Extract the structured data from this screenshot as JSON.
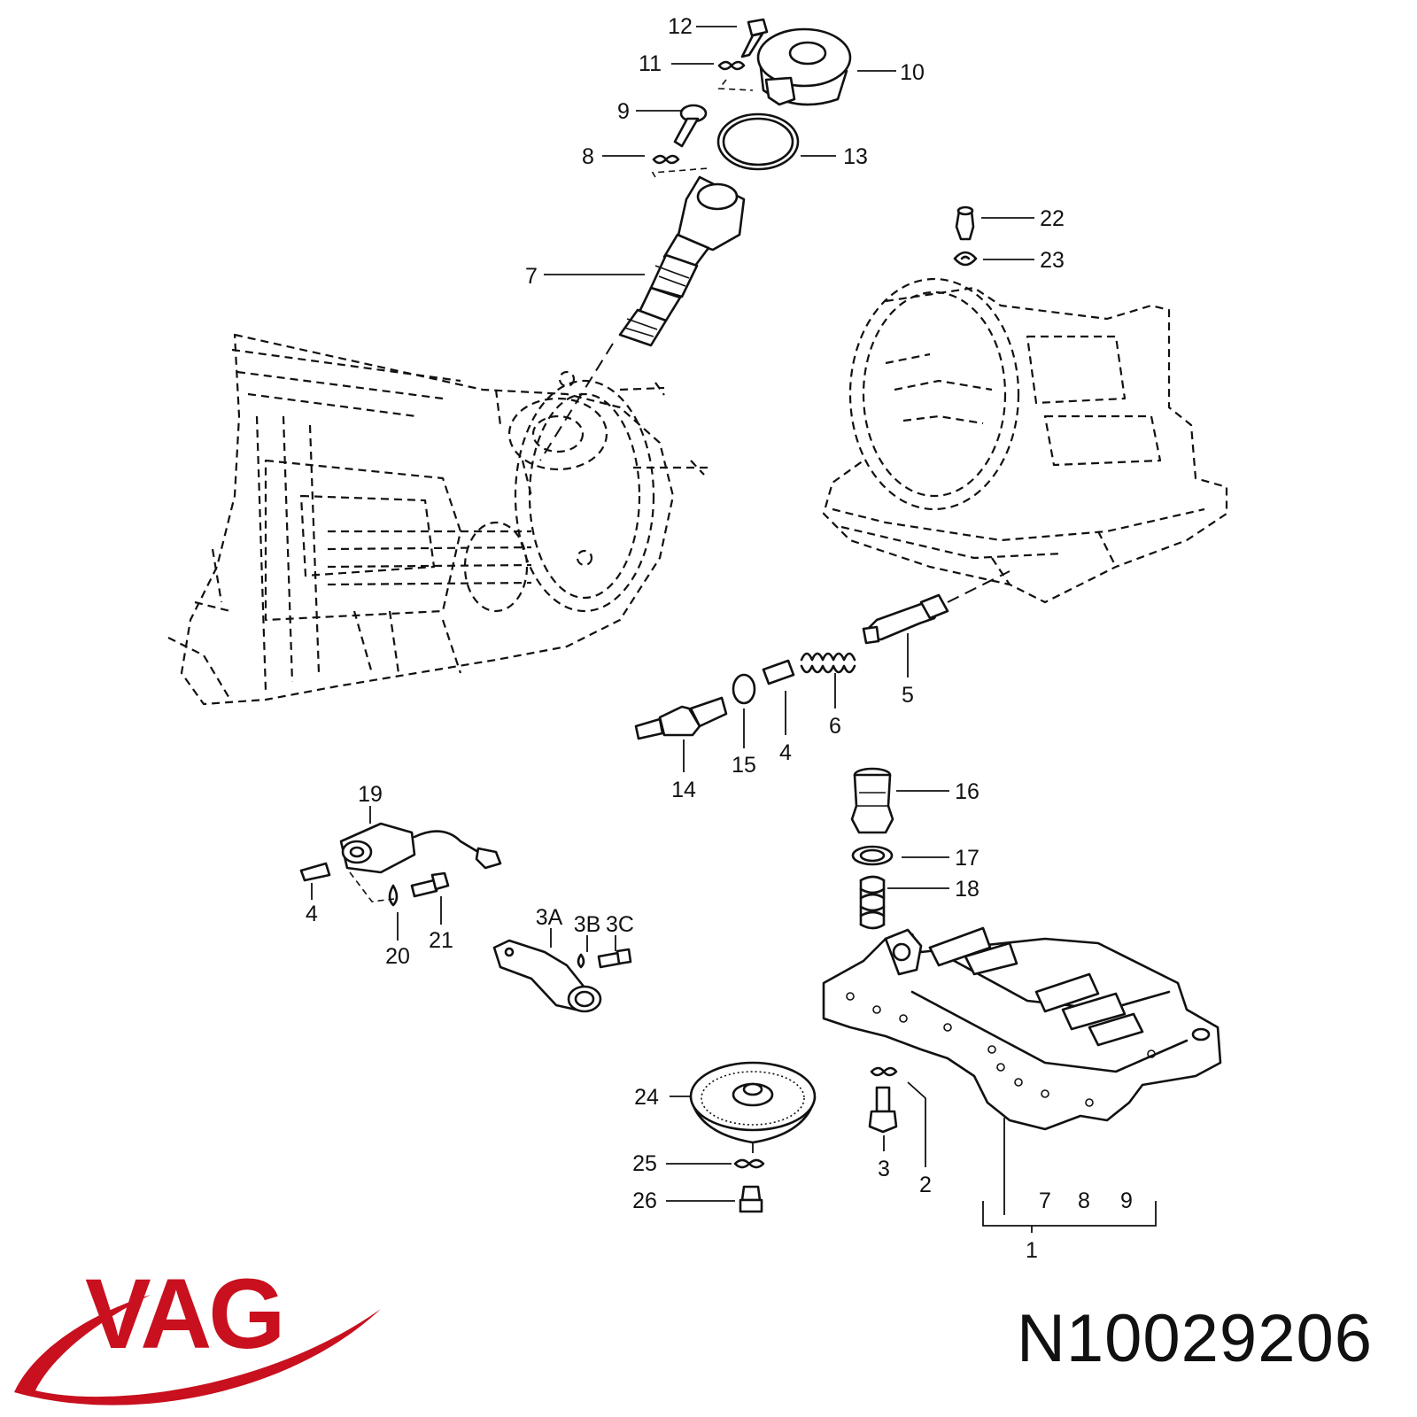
{
  "brand": {
    "logo_text": "VAG",
    "logo_color": "#c8101e"
  },
  "part_number": "N10029206",
  "callouts": [
    {
      "id": "c12",
      "text": "12"
    },
    {
      "id": "c11",
      "text": "11"
    },
    {
      "id": "c10",
      "text": "10"
    },
    {
      "id": "c9",
      "text": "9"
    },
    {
      "id": "c8",
      "text": "8"
    },
    {
      "id": "c13",
      "text": "13"
    },
    {
      "id": "c7",
      "text": "7"
    },
    {
      "id": "c22",
      "text": "22"
    },
    {
      "id": "c23",
      "text": "23"
    },
    {
      "id": "c5",
      "text": "5"
    },
    {
      "id": "c6",
      "text": "6"
    },
    {
      "id": "c4a",
      "text": "4"
    },
    {
      "id": "c15",
      "text": "15"
    },
    {
      "id": "c14",
      "text": "14"
    },
    {
      "id": "c19",
      "text": "19"
    },
    {
      "id": "c4b",
      "text": "4"
    },
    {
      "id": "c20",
      "text": "20"
    },
    {
      "id": "c21",
      "text": "21"
    },
    {
      "id": "c3a",
      "text": "3A"
    },
    {
      "id": "c3b",
      "text": "3B"
    },
    {
      "id": "c3c",
      "text": "3C"
    },
    {
      "id": "c16",
      "text": "16"
    },
    {
      "id": "c17",
      "text": "17"
    },
    {
      "id": "c18",
      "text": "18"
    },
    {
      "id": "c24",
      "text": "24"
    },
    {
      "id": "c25",
      "text": "25"
    },
    {
      "id": "c26",
      "text": "26"
    },
    {
      "id": "c3",
      "text": "3"
    },
    {
      "id": "c2",
      "text": "2"
    },
    {
      "id": "c1",
      "text": "1"
    },
    {
      "id": "g7",
      "text": "7"
    },
    {
      "id": "g8",
      "text": "8"
    },
    {
      "id": "g9",
      "text": "9"
    }
  ]
}
